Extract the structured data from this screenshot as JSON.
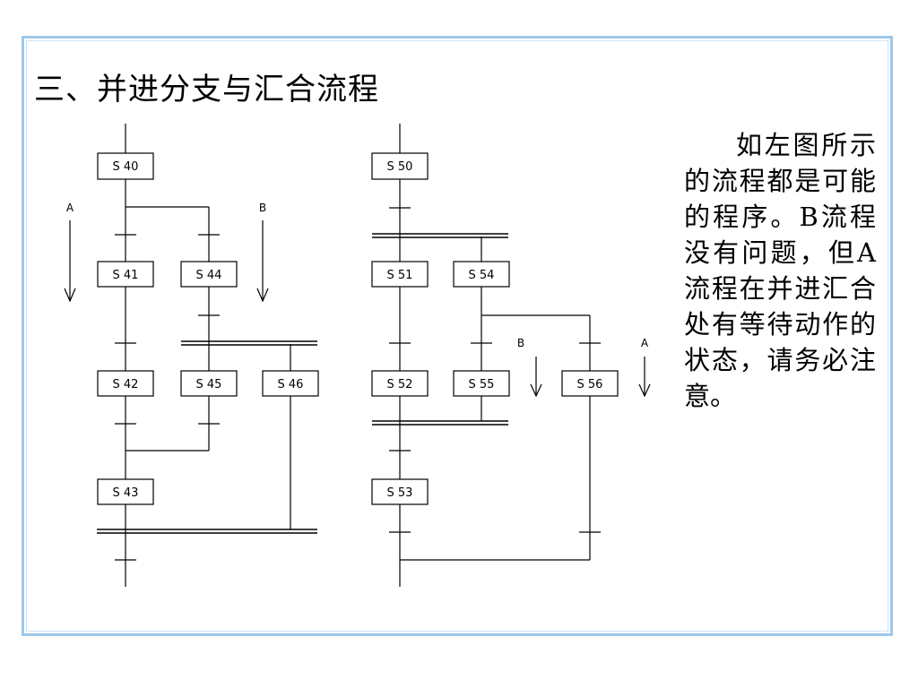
{
  "slide": {
    "title": "三、并进分支与汇合流程",
    "description": "如左图所示的流程都是可能的程序。B流程没有问题，但A流程在并进汇合处有等待动作的状态，请务必注意。"
  },
  "diagram": {
    "left": {
      "steps": {
        "s40": "S 40",
        "s41": "S 41",
        "s42": "S 42",
        "s43": "S 43",
        "s44": "S 44",
        "s45": "S 45",
        "s46": "S 46"
      },
      "label_a": "A",
      "label_b": "B"
    },
    "right": {
      "steps": {
        "s50": "S 50",
        "s51": "S 51",
        "s52": "S 52",
        "s53": "S 53",
        "s54": "S 54",
        "s55": "S 55",
        "s56": "S 56"
      },
      "label_a": "A",
      "label_b": "B"
    }
  }
}
